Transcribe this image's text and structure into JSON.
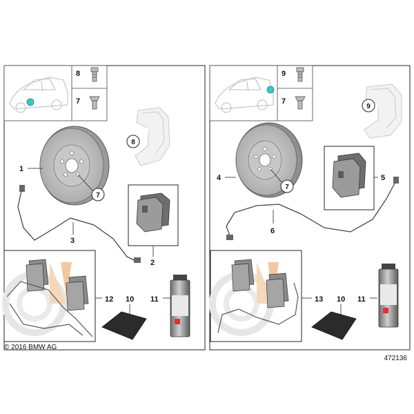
{
  "footer": {
    "copyright": "© 2016 BMW AG",
    "diagram_id": "472136"
  },
  "left_panel": {
    "labels": {
      "bolt": "8",
      "screw": "7",
      "disc": "1",
      "sensor": "3",
      "pads": "2",
      "caliper_callout": "8",
      "disc_screw_callout": "7",
      "kit": "12",
      "paste": "10",
      "spray": "11"
    }
  },
  "right_panel": {
    "labels": {
      "bolt": "9",
      "screw": "7",
      "disc": "4",
      "sensor": "6",
      "pads": "5",
      "caliper_callout": "9",
      "disc_screw_callout": "7",
      "kit": "13",
      "paste": "10",
      "spray": "11"
    }
  }
}
